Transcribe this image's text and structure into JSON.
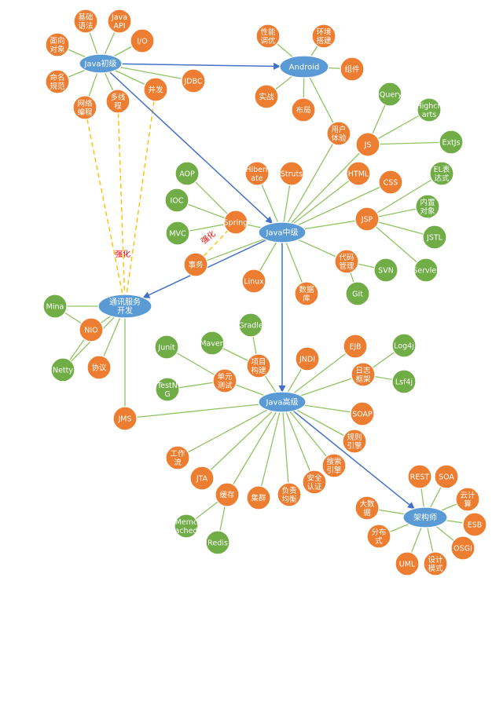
{
  "colors": {
    "hub": "#5b9bd5",
    "orange": "#ed7d31",
    "green": "#70ad47",
    "line": "#8fc461",
    "arrow": "#4472c4",
    "dashed": "#ffc000",
    "annotation": "#ff0000"
  },
  "hubs": [
    {
      "id": "h_java_basic",
      "label": "Java初级"
    },
    {
      "id": "h_android",
      "label": "Android"
    },
    {
      "id": "h_java_mid",
      "label": "Java中级"
    },
    {
      "id": "h_comm",
      "label": "通讯服务\n开发"
    },
    {
      "id": "h_java_adv",
      "label": "Java高级"
    },
    {
      "id": "h_architect",
      "label": "架构师"
    }
  ],
  "nodes": [
    {
      "id": "n_basic_syntax",
      "label": "基础\n语法",
      "color": "orange"
    },
    {
      "id": "n_java_api",
      "label": "Java\nAPI",
      "color": "orange"
    },
    {
      "id": "n_oop",
      "label": "面向\n对象",
      "color": "orange"
    },
    {
      "id": "n_io",
      "label": "I/O",
      "color": "orange"
    },
    {
      "id": "n_naming",
      "label": "命名\n规范",
      "color": "orange"
    },
    {
      "id": "n_jdbc",
      "label": "JDBC",
      "color": "orange"
    },
    {
      "id": "n_network",
      "label": "网络\n编程",
      "color": "orange"
    },
    {
      "id": "n_multithread",
      "label": "多线\n程",
      "color": "orange"
    },
    {
      "id": "n_concurrency",
      "label": "并发",
      "color": "orange"
    },
    {
      "id": "n_perf",
      "label": "性能\n调优",
      "color": "orange"
    },
    {
      "id": "n_env",
      "label": "环境\n搭建",
      "color": "orange"
    },
    {
      "id": "n_component",
      "label": "组件",
      "color": "orange"
    },
    {
      "id": "n_practice",
      "label": "实战",
      "color": "orange"
    },
    {
      "id": "n_layout",
      "label": "布局",
      "color": "orange"
    },
    {
      "id": "n_ux",
      "label": "用户\n体验",
      "color": "orange"
    },
    {
      "id": "n_jquery",
      "label": "jQuery",
      "color": "green"
    },
    {
      "id": "n_highcharts",
      "label": "Highch\narts",
      "color": "green"
    },
    {
      "id": "n_js",
      "label": "JS",
      "color": "orange"
    },
    {
      "id": "n_extjs",
      "label": "ExtJs",
      "color": "green"
    },
    {
      "id": "n_aop",
      "label": "AOP",
      "color": "green"
    },
    {
      "id": "n_hibernate",
      "label": "Hiberr\nate",
      "color": "orange"
    },
    {
      "id": "n_struts",
      "label": "Struts",
      "color": "orange"
    },
    {
      "id": "n_html",
      "label": "HTML",
      "color": "orange"
    },
    {
      "id": "n_el",
      "label": "EL表\n达式",
      "color": "green"
    },
    {
      "id": "n_css",
      "label": "CSS",
      "color": "orange"
    },
    {
      "id": "n_ioc",
      "label": "IOC",
      "color": "green"
    },
    {
      "id": "n_spring",
      "label": "Spring",
      "color": "orange"
    },
    {
      "id": "n_builtin",
      "label": "内置\n对象",
      "color": "green"
    },
    {
      "id": "n_jsp",
      "label": "JSP",
      "color": "orange"
    },
    {
      "id": "n_mvc",
      "label": "MVC",
      "color": "green"
    },
    {
      "id": "n_jstl",
      "label": "JSTL",
      "color": "green"
    },
    {
      "id": "n_tx",
      "label": "事务",
      "color": "orange"
    },
    {
      "id": "n_vcs",
      "label": "代码\n管理",
      "color": "orange"
    },
    {
      "id": "n_svn",
      "label": "SVN",
      "color": "green"
    },
    {
      "id": "n_servlet",
      "label": "Servlet",
      "color": "green"
    },
    {
      "id": "n_linux",
      "label": "Linux",
      "color": "orange"
    },
    {
      "id": "n_db",
      "label": "数据\n库",
      "color": "orange"
    },
    {
      "id": "n_git",
      "label": "Git",
      "color": "green"
    },
    {
      "id": "n_mina",
      "label": "Mina",
      "color": "green"
    },
    {
      "id": "n_nio",
      "label": "NIO",
      "color": "orange"
    },
    {
      "id": "n_netty",
      "label": "Netty",
      "color": "green"
    },
    {
      "id": "n_protocol",
      "label": "协议",
      "color": "orange"
    },
    {
      "id": "n_gradle",
      "label": "Gradle",
      "color": "green"
    },
    {
      "id": "n_junit",
      "label": "Junit",
      "color": "green"
    },
    {
      "id": "n_maven",
      "label": "Maven",
      "color": "green"
    },
    {
      "id": "n_ejb",
      "label": "EJB",
      "color": "orange"
    },
    {
      "id": "n_log4j",
      "label": "Log4j",
      "color": "green"
    },
    {
      "id": "n_build",
      "label": "项目\n构建",
      "color": "orange"
    },
    {
      "id": "n_jndi",
      "label": "JNDI",
      "color": "orange"
    },
    {
      "id": "n_unittest",
      "label": "单元\n测试",
      "color": "orange"
    },
    {
      "id": "n_logfw",
      "label": "日志\n框架",
      "color": "orange"
    },
    {
      "id": "n_lsf4j",
      "label": "Lsf4j",
      "color": "green"
    },
    {
      "id": "n_testng",
      "label": "TestN\nG",
      "color": "green"
    },
    {
      "id": "n_jms",
      "label": "JMS",
      "color": "orange"
    },
    {
      "id": "n_soap",
      "label": "SOAP",
      "color": "orange"
    },
    {
      "id": "n_rules",
      "label": "规则\n引擎",
      "color": "orange"
    },
    {
      "id": "n_workflow",
      "label": "工作\n流",
      "color": "orange"
    },
    {
      "id": "n_search",
      "label": "搜索\n引擎",
      "color": "orange"
    },
    {
      "id": "n_jta",
      "label": "JTA",
      "color": "orange"
    },
    {
      "id": "n_security",
      "label": "安全\n认证",
      "color": "orange"
    },
    {
      "id": "n_cache",
      "label": "缓存",
      "color": "orange"
    },
    {
      "id": "n_lb",
      "label": "负责\n均衡",
      "color": "orange"
    },
    {
      "id": "n_cluster",
      "label": "集群",
      "color": "orange"
    },
    {
      "id": "n_memcached",
      "label": "Memc\nached",
      "color": "green"
    },
    {
      "id": "n_redis",
      "label": "Redis",
      "color": "green"
    },
    {
      "id": "n_rest",
      "label": "REST",
      "color": "orange"
    },
    {
      "id": "n_soa",
      "label": "SOA",
      "color": "orange"
    },
    {
      "id": "n_cloud",
      "label": "云计\n算",
      "color": "orange"
    },
    {
      "id": "n_bigdata",
      "label": "大数\n据",
      "color": "orange"
    },
    {
      "id": "n_esb",
      "label": "ESB",
      "color": "orange"
    },
    {
      "id": "n_distributed",
      "label": "分布\n式",
      "color": "orange"
    },
    {
      "id": "n_osgi",
      "label": "OSGI",
      "color": "orange"
    },
    {
      "id": "n_uml",
      "label": "UML",
      "color": "orange"
    },
    {
      "id": "n_design",
      "label": "设计\n模式",
      "color": "orange"
    }
  ],
  "edges": [
    [
      "h_java_basic",
      "n_basic_syntax"
    ],
    [
      "h_java_basic",
      "n_java_api"
    ],
    [
      "h_java_basic",
      "n_oop"
    ],
    [
      "h_java_basic",
      "n_io"
    ],
    [
      "h_java_basic",
      "n_naming"
    ],
    [
      "h_java_basic",
      "n_jdbc"
    ],
    [
      "h_java_basic",
      "n_network"
    ],
    [
      "h_java_basic",
      "n_multithread"
    ],
    [
      "h_java_basic",
      "n_concurrency"
    ],
    [
      "h_android",
      "n_perf"
    ],
    [
      "h_android",
      "n_env"
    ],
    [
      "h_android",
      "n_component"
    ],
    [
      "h_android",
      "n_practice"
    ],
    [
      "h_android",
      "n_layout"
    ],
    [
      "h_android",
      "n_ux"
    ],
    [
      "n_js",
      "n_jquery"
    ],
    [
      "n_js",
      "n_highcharts"
    ],
    [
      "n_js",
      "n_extjs"
    ],
    [
      "n_jsp",
      "n_el"
    ],
    [
      "n_jsp",
      "n_builtin"
    ],
    [
      "n_jsp",
      "n_jstl"
    ],
    [
      "n_jsp",
      "n_servlet"
    ],
    [
      "n_spring",
      "n_aop"
    ],
    [
      "n_spring",
      "n_ioc"
    ],
    [
      "n_spring",
      "n_mvc"
    ],
    [
      "n_vcs",
      "n_svn"
    ],
    [
      "n_vcs",
      "n_git"
    ],
    [
      "h_java_mid",
      "n_ux"
    ],
    [
      "h_java_mid",
      "n_js"
    ],
    [
      "h_java_mid",
      "n_hibernate"
    ],
    [
      "h_java_mid",
      "n_struts"
    ],
    [
      "h_java_mid",
      "n_html"
    ],
    [
      "h_java_mid",
      "n_css"
    ],
    [
      "h_java_mid",
      "n_jsp"
    ],
    [
      "h_java_mid",
      "n_spring"
    ],
    [
      "h_java_mid",
      "n_tx"
    ],
    [
      "h_java_mid",
      "n_vcs"
    ],
    [
      "h_java_mid",
      "n_linux"
    ],
    [
      "h_java_mid",
      "n_db"
    ],
    [
      "h_comm",
      "n_mina"
    ],
    [
      "h_comm",
      "n_nio"
    ],
    [
      "h_comm",
      "n_netty"
    ],
    [
      "h_comm",
      "n_protocol"
    ],
    [
      "h_comm",
      "n_jms"
    ],
    [
      "n_nio",
      "n_mina"
    ],
    [
      "n_nio",
      "n_netty"
    ],
    [
      "n_build",
      "n_gradle"
    ],
    [
      "n_build",
      "n_maven"
    ],
    [
      "n_unittest",
      "n_junit"
    ],
    [
      "n_unittest",
      "n_testng"
    ],
    [
      "n_logfw",
      "n_log4j"
    ],
    [
      "n_logfw",
      "n_lsf4j"
    ],
    [
      "n_cache",
      "n_memcached"
    ],
    [
      "n_cache",
      "n_redis"
    ],
    [
      "h_java_adv",
      "n_ejb"
    ],
    [
      "h_java_adv",
      "n_build"
    ],
    [
      "h_java_adv",
      "n_jndi"
    ],
    [
      "h_java_adv",
      "n_unittest"
    ],
    [
      "h_java_adv",
      "n_logfw"
    ],
    [
      "h_java_adv",
      "n_jms"
    ],
    [
      "h_java_adv",
      "n_soap"
    ],
    [
      "h_java_adv",
      "n_rules"
    ],
    [
      "h_java_adv",
      "n_workflow"
    ],
    [
      "h_java_adv",
      "n_search"
    ],
    [
      "h_java_adv",
      "n_jta"
    ],
    [
      "h_java_adv",
      "n_security"
    ],
    [
      "h_java_adv",
      "n_cache"
    ],
    [
      "h_java_adv",
      "n_lb"
    ],
    [
      "h_java_adv",
      "n_cluster"
    ],
    [
      "h_architect",
      "n_rest"
    ],
    [
      "h_architect",
      "n_soa"
    ],
    [
      "h_architect",
      "n_cloud"
    ],
    [
      "h_architect",
      "n_bigdata"
    ],
    [
      "h_architect",
      "n_esb"
    ],
    [
      "h_architect",
      "n_distributed"
    ],
    [
      "h_architect",
      "n_osgi"
    ],
    [
      "h_architect",
      "n_uml"
    ],
    [
      "h_architect",
      "n_design"
    ]
  ],
  "arrows": [
    [
      "h_java_basic",
      "h_android"
    ],
    [
      "h_java_basic",
      "h_java_mid"
    ],
    [
      "h_java_mid",
      "h_comm"
    ],
    [
      "h_java_mid",
      "h_java_adv"
    ],
    [
      "h_java_adv",
      "h_architect"
    ]
  ],
  "dashed_links": [
    [
      "n_network",
      "h_comm"
    ],
    [
      "n_multithread",
      "h_comm"
    ],
    [
      "n_concurrency",
      "h_comm"
    ],
    [
      "n_tx",
      "n_spring"
    ]
  ],
  "annotations": [
    {
      "id": "a1",
      "text": "强化"
    },
    {
      "id": "a2",
      "text": "强化"
    }
  ]
}
